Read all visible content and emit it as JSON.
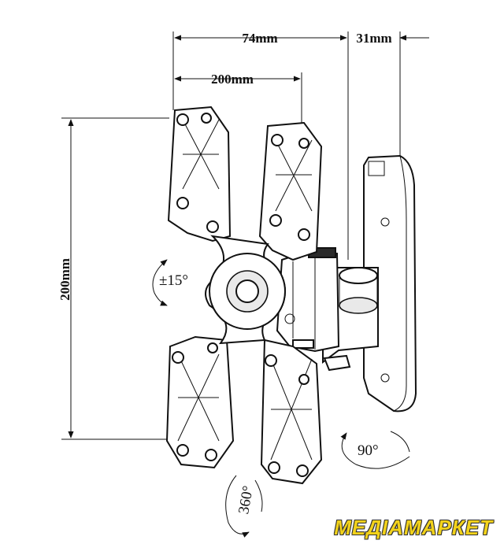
{
  "dimensions": {
    "top_width": "74mm",
    "arm_depth": "31mm",
    "vesa_horizontal": "200mm",
    "vesa_vertical": "200mm"
  },
  "rotations": {
    "tilt": "±15°",
    "swivel": "90°",
    "rotate": "360°"
  },
  "brand": {
    "logo_text": "МЕДІАМАРКЕТ"
  }
}
